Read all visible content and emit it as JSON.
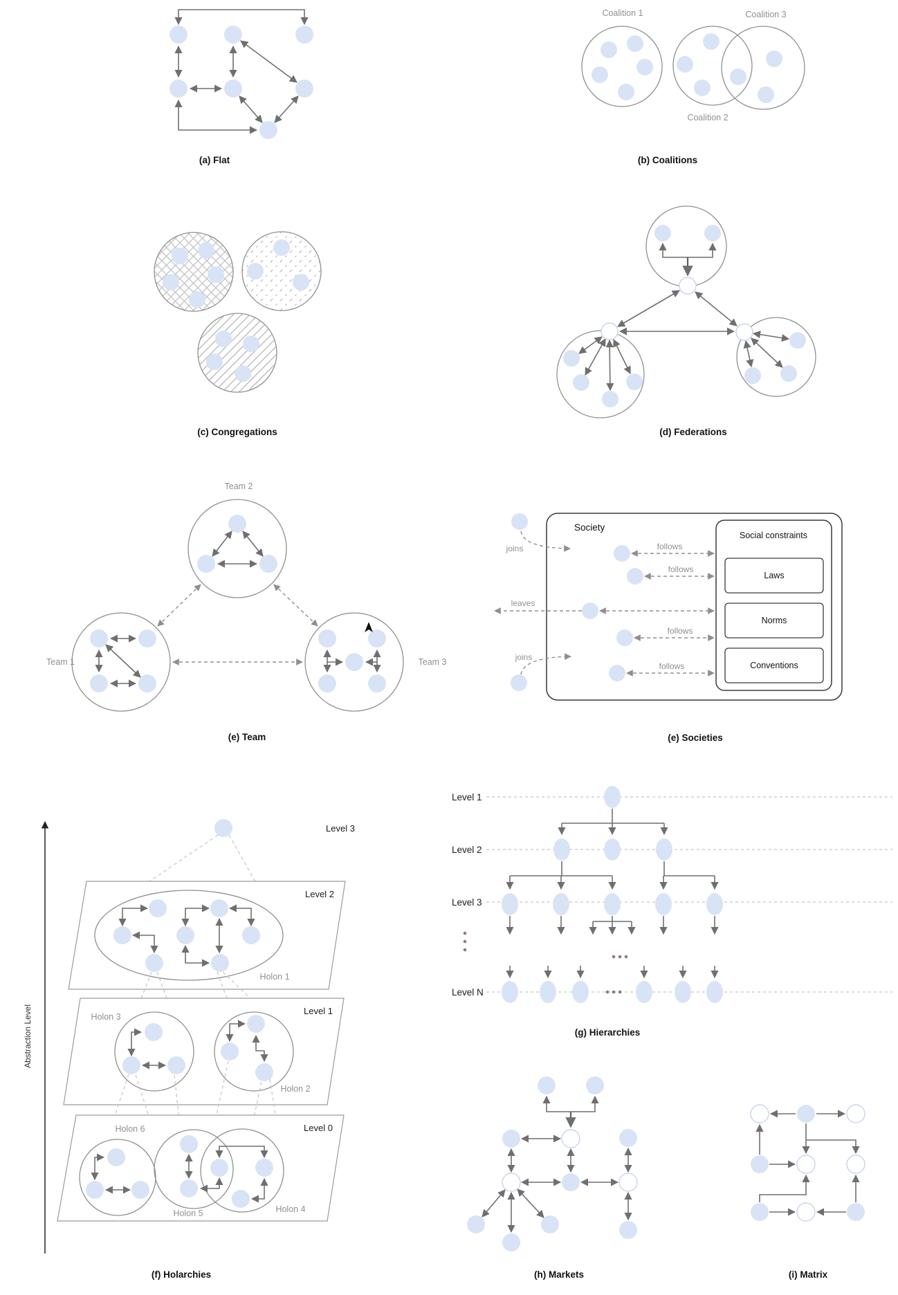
{
  "captions": {
    "flat": "(a) Flat",
    "coalitions": "(b) Coalitions",
    "congregations": "(c) Congregations",
    "federations": "(d) Federations",
    "team": "(e) Team",
    "societies": "(e) Societies",
    "holarchies": "(f) Holarchies",
    "hierarchies": "(g) Hierarchies",
    "markets": "(h) Markets",
    "matrix": "(i) Matrix"
  },
  "coalitions": {
    "c1": "Coalition 1",
    "c2": "Coalition 2",
    "c3": "Coalition 3"
  },
  "team": {
    "t1": "Team 1",
    "t2": "Team 2",
    "t3": "Team 3"
  },
  "societies": {
    "society": "Society",
    "constraints_title": "Social constraints",
    "laws": "Laws",
    "norms": "Norms",
    "conventions": "Conventions",
    "joins": "joins",
    "leaves": "leaves",
    "follows": "follows"
  },
  "holarchies": {
    "axis_label": "Abstraction Level",
    "level3": "Level 3",
    "level2": "Level 2",
    "level1": "Level 1",
    "level0": "Level 0",
    "holon1": "Holon 1",
    "holon2": "Holon 2",
    "holon3": "Holon 3",
    "holon4": "Holon 4",
    "holon5": "Holon 5",
    "holon6": "Holon 6"
  },
  "hierarchies": {
    "level1": "Level 1",
    "level2": "Level 2",
    "level3": "Level 3",
    "levelN": "Level N"
  },
  "colors": {
    "agent_fill": "#d9e3f6",
    "facilitator_fill": "#ffffff",
    "facilitator_stroke": "#c7d4ec",
    "edge": "#6f6f6f",
    "dashed_edge": "#8f8f8f",
    "container_stroke": "#8f8f8f",
    "label_gray": "#8f8f8f",
    "caption_color": "#111111",
    "ellipsis_dot": "#8f7a76"
  }
}
